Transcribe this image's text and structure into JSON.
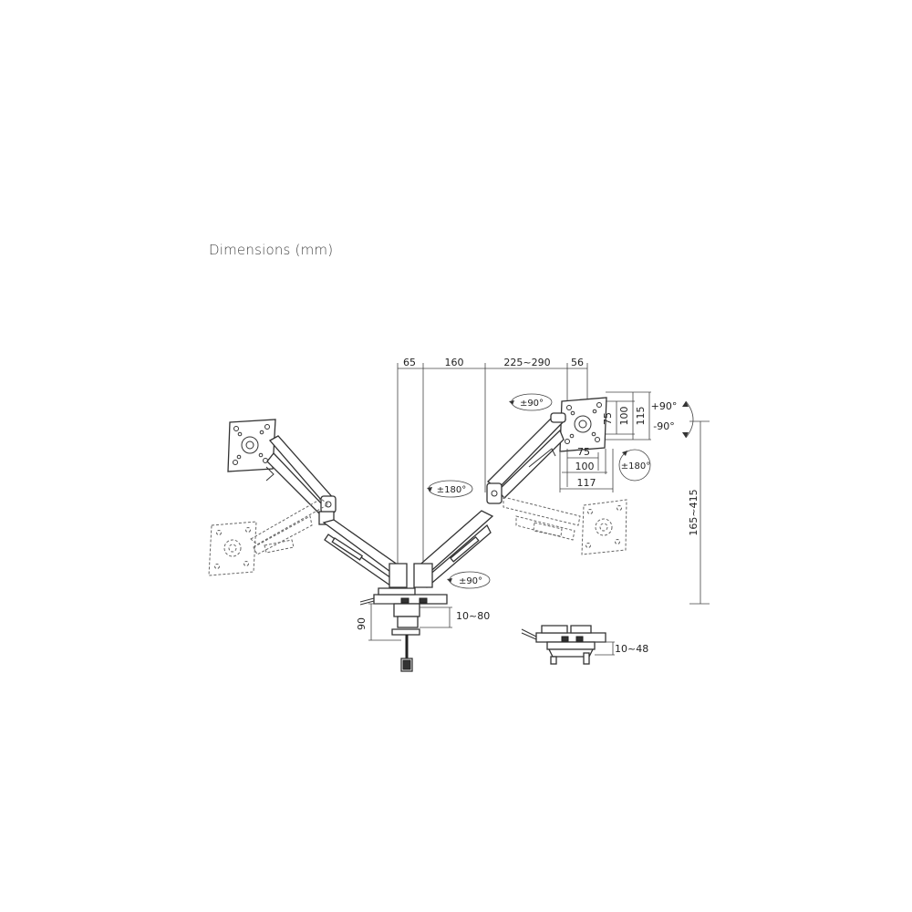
{
  "title": "Dimensions (mm)",
  "dimensions": {
    "top_65": "65",
    "top_160": "160",
    "top_range": "225~290",
    "top_56": "56",
    "vesa_75_v": "75",
    "vesa_100_v": "100",
    "vesa_115_v": "115",
    "vesa_75_h": "75",
    "vesa_100_h": "100",
    "vesa_117_h": "117",
    "height_range": "165~415",
    "clamp_height": "90",
    "clamp_range": "10~80",
    "grommet_range": "10~48"
  },
  "rotations": {
    "swivel_top": "±90°",
    "tilt_plus": "+90°",
    "tilt_minus": "-90°",
    "rotate_right": "±180°",
    "rotate_arm": "±180°",
    "swivel_base": "±90°"
  }
}
